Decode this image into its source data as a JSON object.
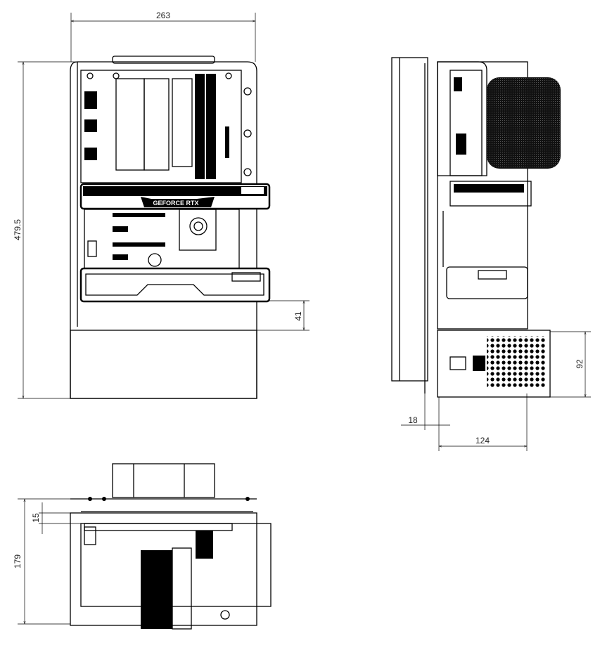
{
  "dimensions": {
    "front_width": "263",
    "front_height": "479.5",
    "gpu_clearance": "41",
    "psu_height": "92",
    "side_offset": "18",
    "side_depth": "124",
    "top_offset": "15",
    "top_depth": "179"
  },
  "gpu_label": "GEFORCE RTX"
}
